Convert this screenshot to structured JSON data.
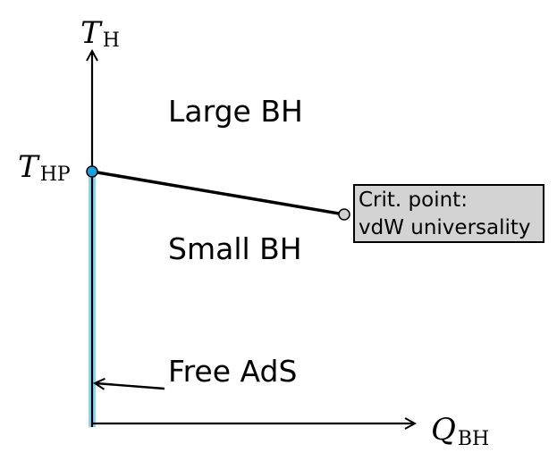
{
  "axes": {
    "y_label": {
      "main": "T",
      "sub": "H"
    },
    "x_label": {
      "main": "Q",
      "sub": "BH"
    },
    "hp_label": {
      "main": "T",
      "sub": "HP"
    }
  },
  "regions": {
    "large": "Large BH",
    "small": "Small BH",
    "free": "Free AdS"
  },
  "critical_box": {
    "line1": "Crit. point:",
    "line2": "vdW universality"
  },
  "colors": {
    "axis": "#000000",
    "free_ads_band": "#8fd3ef",
    "hp_point": "#1b9fdf",
    "critical_point": "#cfcfcf",
    "box_fill": "#d3d3d3"
  }
}
